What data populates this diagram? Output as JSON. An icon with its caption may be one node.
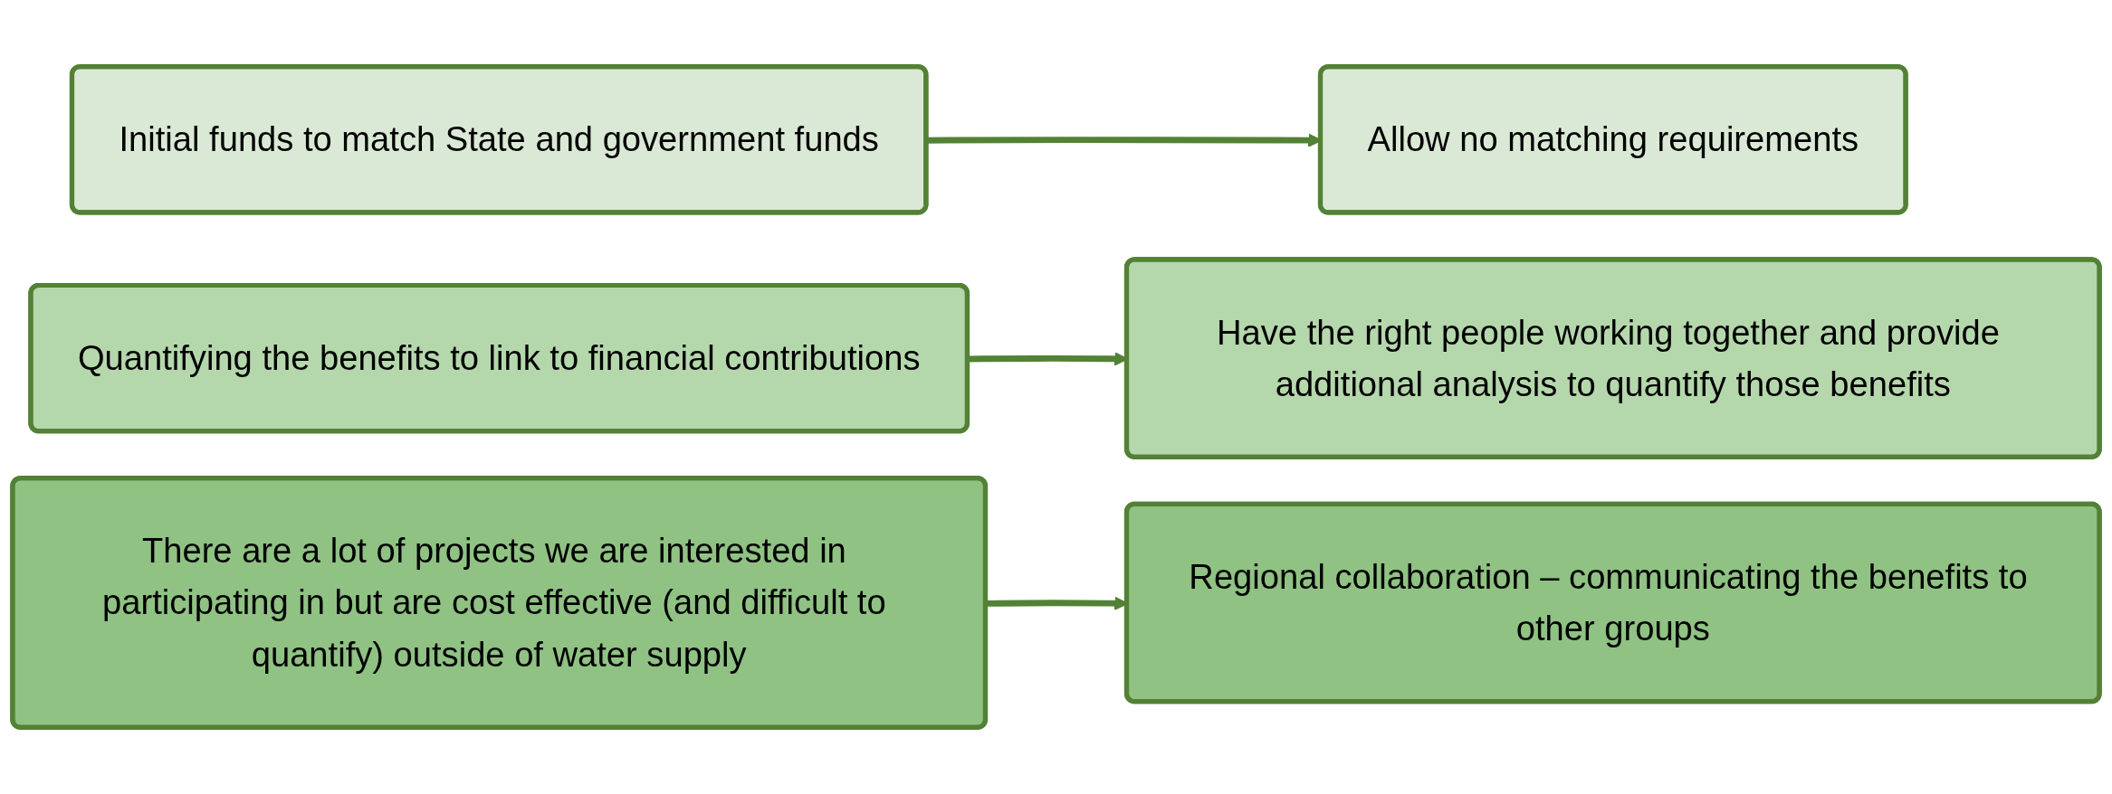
{
  "diagram": {
    "nodes": [
      {
        "text": [
          "Initial funds to match State and government funds"
        ]
      },
      {
        "text": [
          "Allow no matching requirements"
        ]
      },
      {
        "text": [
          "Quantifying the benefits to link to financial contributions"
        ]
      },
      {
        "text": [
          "Have the right people working together and provide additional analysis to quantify those benefits"
        ]
      },
      {
        "text": [
          "There are a lot of projects we are interested in participating in but are cost effective (and difficult to quantify) outside of water supply"
        ]
      },
      {
        "text": [
          "Regional collaboration – communicating the benefits to other groups"
        ]
      }
    ],
    "edges": [
      {
        "from": 0,
        "to": 1,
        "arrow": "to"
      },
      {
        "from": 2,
        "to": 3,
        "arrow": "to"
      },
      {
        "from": 4,
        "to": 5,
        "arrow": "to"
      }
    ]
  }
}
